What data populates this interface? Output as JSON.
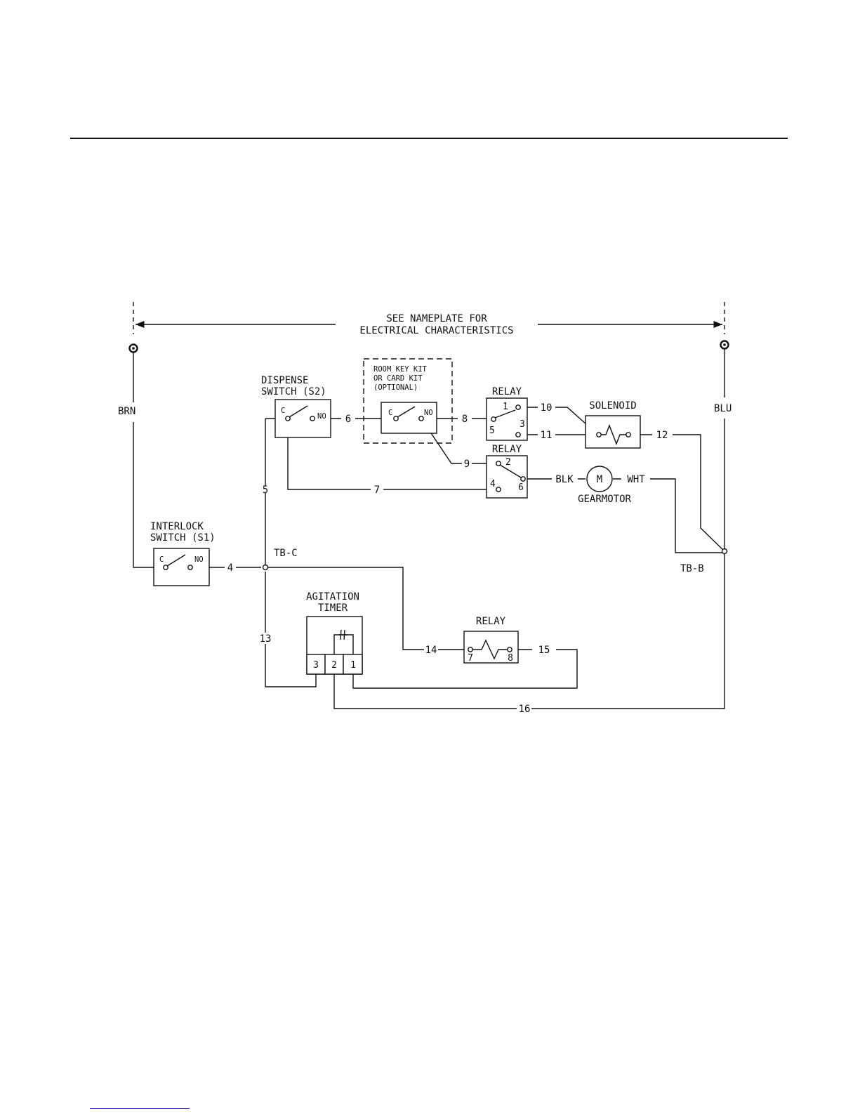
{
  "header": {
    "nameplate_line1": "SEE NAMEPLATE FOR",
    "nameplate_line2": "ELECTRICAL CHARACTERISTICS"
  },
  "wires": {
    "brn": "BRN",
    "blu": "BLU",
    "blk": "BLK",
    "wht": "WHT",
    "w4": "4",
    "w5": "5",
    "w6": "6",
    "w7": "7",
    "w8": "8",
    "w9": "9",
    "w10": "10",
    "w11": "11",
    "w12": "12",
    "w13": "13",
    "w14": "14",
    "w15": "15",
    "w16": "16"
  },
  "terminals": {
    "tb_c": "TB-C",
    "tb_b": "TB-B"
  },
  "components": {
    "dispense_switch": {
      "line1": "DISPENSE",
      "line2": "SWITCH (S2)",
      "c": "C",
      "no": "NO"
    },
    "room_key_kit": {
      "line1": "ROOM KEY KIT",
      "line2": "OR CARD KIT",
      "line3": "(OPTIONAL)",
      "c": "C",
      "no": "NO"
    },
    "relay_top": {
      "label": "RELAY",
      "p1": "1",
      "p3": "3",
      "p5": "5"
    },
    "relay_mid": {
      "label": "RELAY",
      "p2": "2",
      "p4": "4",
      "p6": "6"
    },
    "solenoid": {
      "label": "SOLENOID"
    },
    "gearmotor": {
      "label": "GEARMOTOR",
      "symbol": "M"
    },
    "interlock_switch": {
      "line1": "INTERLOCK",
      "line2": "SWITCH (S1)",
      "c": "C",
      "no": "NO"
    },
    "agitation_timer": {
      "line1": "AGITATION",
      "line2": "TIMER",
      "p1": "1",
      "p2": "2",
      "p3": "3"
    },
    "relay_coil": {
      "label": "RELAY",
      "p7": "7",
      "p8": "8"
    }
  }
}
